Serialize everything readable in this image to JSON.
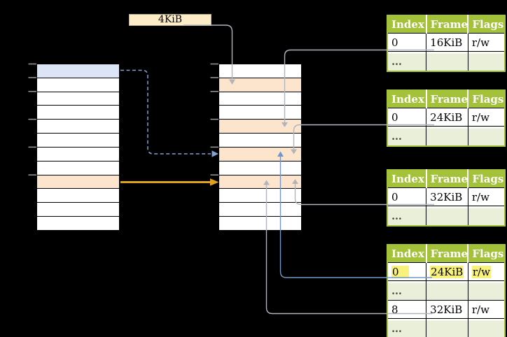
{
  "frame_size_label": "4KiB",
  "colors": {
    "background": "#000000",
    "frame_label_bg": "#fcedc6",
    "frame_label_border": "#b5ab91",
    "mem_border": "#000000",
    "row_blue": "#dbe5f5",
    "row_orange": "#fde5cd",
    "green": "#a3c139",
    "green_light": "#e9efd8",
    "highlight_yellow": "#f8f17b",
    "header_text": "#ffffff",
    "cell_text": "#000000",
    "dots_text": "#4f4f3c",
    "arrow_gray": "#b0b5bd",
    "arrow_blue": "#7297c7",
    "dashed_blue": "#84a3d3",
    "arrow_orange": "#dfa21f",
    "tick": "#9a9a9a"
  },
  "virtual_memory": {
    "rows": [
      "blue",
      "",
      "",
      "",
      "",
      "",
      "",
      "",
      "orange",
      "",
      "",
      ""
    ]
  },
  "physical_memory": {
    "rows": [
      "",
      "orange",
      "",
      "",
      "orange",
      "",
      "orange",
      "",
      "orange",
      "",
      "",
      ""
    ]
  },
  "page_tables": [
    {
      "id": "page-table-1",
      "headers": [
        "Index",
        "Frame",
        "Flags"
      ],
      "rows": [
        {
          "index": "0",
          "frame": "16KiB",
          "flags": "r/w"
        },
        {
          "index": "…",
          "frame": "",
          "flags": "",
          "dots": true
        }
      ]
    },
    {
      "id": "page-table-2",
      "headers": [
        "Index",
        "Frame",
        "Flags"
      ],
      "rows": [
        {
          "index": "0",
          "frame": "24KiB",
          "flags": "r/w"
        },
        {
          "index": "…",
          "frame": "",
          "flags": "",
          "dots": true
        }
      ]
    },
    {
      "id": "page-table-3",
      "headers": [
        "Index",
        "Frame",
        "Flags"
      ],
      "rows": [
        {
          "index": "0",
          "frame": "32KiB",
          "flags": "r/w"
        },
        {
          "index": "…",
          "frame": "",
          "flags": "",
          "dots": true
        }
      ]
    },
    {
      "id": "page-table-4",
      "headers": [
        "Index",
        "Frame",
        "Flags"
      ],
      "rows": [
        {
          "index": "0",
          "frame": "24KiB",
          "flags": "r/w",
          "highlight": true
        },
        {
          "index": "…",
          "frame": "",
          "flags": "",
          "dots": true
        },
        {
          "index": "8",
          "frame": "32KiB",
          "flags": "r/w"
        },
        {
          "index": "…",
          "frame": "",
          "flags": "",
          "dots": true
        }
      ]
    }
  ]
}
